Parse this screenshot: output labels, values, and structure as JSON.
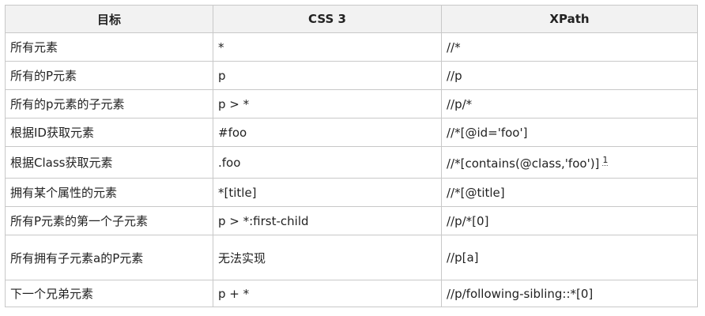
{
  "table": {
    "headers": [
      "目标",
      "CSS 3",
      "XPath"
    ],
    "rows": [
      {
        "target": "所有元素",
        "css": "*",
        "xpath": "//*"
      },
      {
        "target": "所有的P元素",
        "css": "p",
        "xpath": "//p"
      },
      {
        "target": "所有的p元素的子元素",
        "css": "p > *",
        "xpath": "//p/*"
      },
      {
        "target": "根据ID获取元素",
        "css": "#foo",
        "xpath": "//*[@id='foo']"
      },
      {
        "target": "根据Class获取元素",
        "css": ".foo",
        "xpath": "//*[contains(@class,'foo')]",
        "note": "1"
      },
      {
        "target": "拥有某个属性的元素",
        "css": "*[title]",
        "xpath": "//*[@title]"
      },
      {
        "target": "所有P元素的第一个子元素",
        "css": "p > *:first-child",
        "xpath": "//p/*[0]"
      },
      {
        "target": "所有拥有子元素a的P元素",
        "css": "无法实现",
        "xpath": "//p[a]"
      },
      {
        "target": "下一个兄弟元素",
        "css": "p + *",
        "xpath": "//p/following-sibling::*[0]"
      }
    ]
  }
}
